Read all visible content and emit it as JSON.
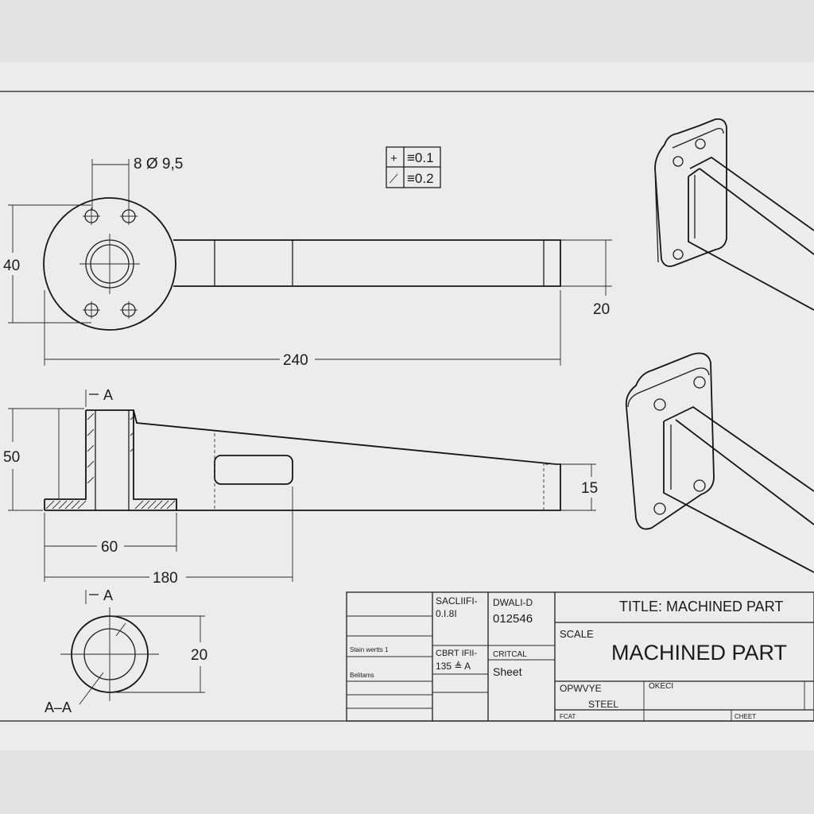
{
  "drawing": {
    "top_view": {
      "dim_hole": "8 Ø 9,5",
      "dim_height": "40",
      "dim_arm": "20",
      "dim_length": "240"
    },
    "tolerance_frame": {
      "row1_symbol": "+",
      "row1_value": "≡0.1",
      "row2_symbol": "⟋",
      "row2_value": "≡0.2"
    },
    "side_view": {
      "section_label": "A",
      "dim_height": "50",
      "dim_tip": "15",
      "dim_base": "60",
      "dim_length": "180"
    },
    "section_view": {
      "section_label": "A",
      "caption": "A–A",
      "dim_diameter": "20"
    },
    "title_block": {
      "col1_rows": [
        "",
        "",
        "Stain wertts 1",
        "Belitams",
        "",
        ""
      ],
      "col2_head": "SACLIIFI-",
      "col2_value": "0.I.8I",
      "col2_mid": "CBRT IFII-",
      "col2_mid_value": "135 ≜ A",
      "col3_head": "DWALI-D",
      "col3_value": "012546",
      "col3_mid": "CRITCAL",
      "col3_mid_value": "Sheet",
      "title": "TITLE: MACHINED PART",
      "scale_label": "SCALE",
      "part_name": "MACHINED PART",
      "approved_label": "OPWVYE",
      "material": "STEEL",
      "check_label": "OKECI",
      "bottom_left": "FCAT",
      "bottom_right": "CHEET"
    }
  }
}
